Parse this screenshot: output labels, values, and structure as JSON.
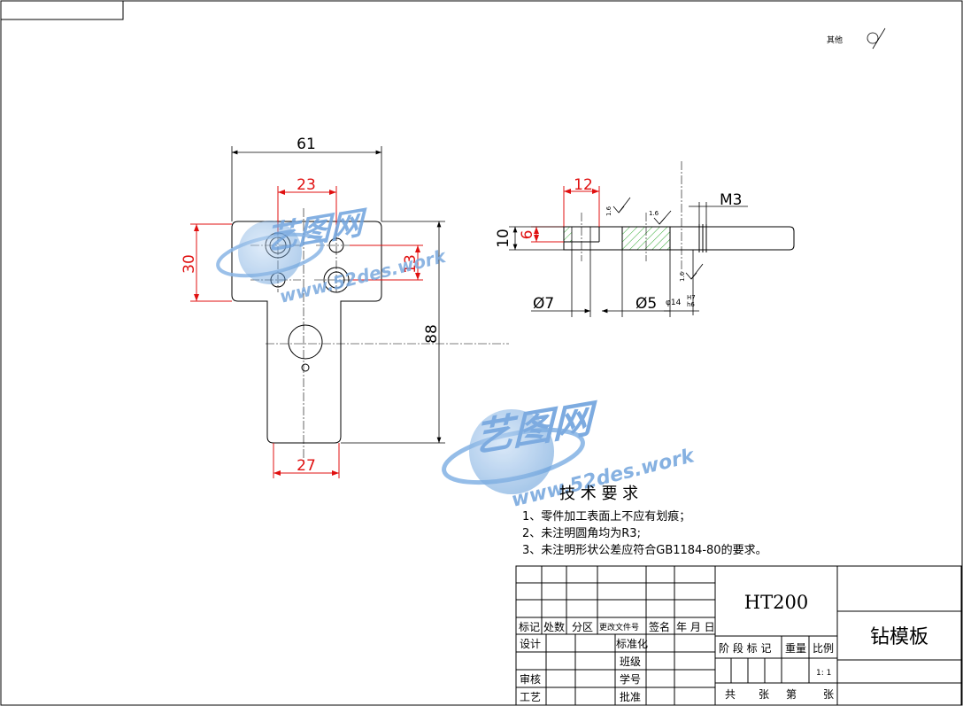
{
  "front_view": {
    "dim_overall_width": "61",
    "dim_hole_spacing": "23",
    "dim_head_height": "30",
    "dim_hole_vertical": "13",
    "dim_total_height": "88",
    "dim_stem_width": "27"
  },
  "side_view": {
    "dim_counterbore_depth": "12",
    "dim_counterbore_height": "6",
    "dim_thickness": "10",
    "dim_thread": "M3",
    "dim_dia_7": "Ø7",
    "dim_dia_5": "Ø5",
    "dim_dia_14": "φ14",
    "tol_upper": "H7",
    "tol_lower": "h6",
    "roughness_a": "1.6",
    "roughness_b": "1.6",
    "roughness_c": "1.6"
  },
  "surface_note": {
    "label": "其他"
  },
  "watermark": {
    "brand": "艺图网",
    "url": "www.52des.work"
  },
  "tech": {
    "title": "技 术 要 求",
    "items": [
      "1、零件加工表面上不应有划痕；",
      "2、未注明圆角均为R3;",
      "3、未注明形状公差应符合GB1184-80的要求。"
    ]
  },
  "title_block": {
    "material": "HT200",
    "part_name": "钻模板",
    "rev_headers": [
      "标记",
      "处数",
      "分区",
      "更改文件号",
      "签名",
      "年 月 日"
    ],
    "design": "设计",
    "standardize": "标准化",
    "review": "审核",
    "process": "工艺",
    "class_label": "班级",
    "student_no": "学号",
    "approve": "批准",
    "stage_mark": "阶 段 标 记",
    "weight": "重量",
    "scale": "比例",
    "scale_value": "1: 1",
    "sheets_total": "共",
    "sheets_unit": "张",
    "sheet_no": "第",
    "sheet_unit2": "张"
  }
}
